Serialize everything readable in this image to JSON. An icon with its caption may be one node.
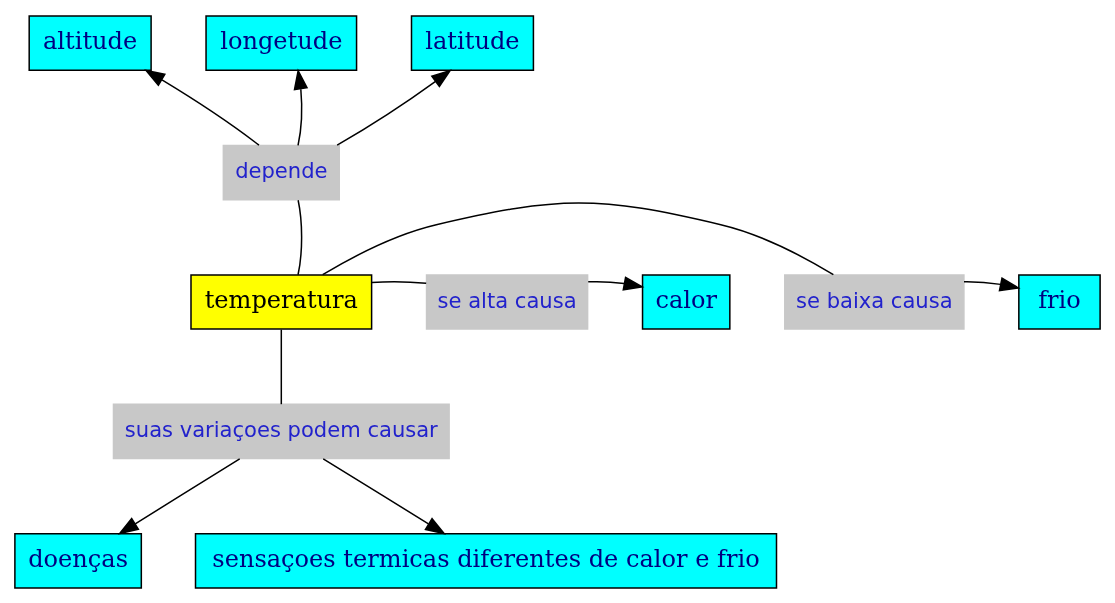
{
  "diagram": {
    "nodes": [
      {
        "text": [
          "altitude"
        ]
      },
      {
        "text": [
          "longetude"
        ]
      },
      {
        "text": [
          "latitude"
        ]
      },
      {
        "text": [
          "depende"
        ]
      },
      {
        "text": [
          "frio"
        ]
      },
      {
        "text": [
          "se baixa causa"
        ]
      },
      {
        "text": [
          "temperatura"
        ]
      },
      {
        "text": [
          "se alta causa"
        ]
      },
      {
        "text": [
          "calor"
        ]
      },
      {
        "text": [
          "suas variaçoes podem causar"
        ]
      },
      {
        "text": [
          "doenças"
        ]
      },
      {
        "text": [
          "sensaçoes termicas diferentes de calor e frio"
        ]
      }
    ],
    "edges": [
      {
        "from": 6,
        "to": 3,
        "arrow": "none"
      },
      {
        "from": 3,
        "to": 0,
        "arrow": "to"
      },
      {
        "from": 3,
        "to": 1,
        "arrow": "to"
      },
      {
        "from": 3,
        "to": 2,
        "arrow": "to"
      },
      {
        "from": 6,
        "to": 5,
        "arrow": "none"
      },
      {
        "from": 5,
        "to": 4,
        "arrow": "to"
      },
      {
        "from": 6,
        "to": 7,
        "arrow": "none"
      },
      {
        "from": 7,
        "to": 8,
        "arrow": "to"
      },
      {
        "from": 6,
        "to": 9,
        "arrow": "none"
      },
      {
        "from": 9,
        "to": 10,
        "arrow": "to"
      },
      {
        "from": 9,
        "to": 11,
        "arrow": "to"
      }
    ]
  }
}
